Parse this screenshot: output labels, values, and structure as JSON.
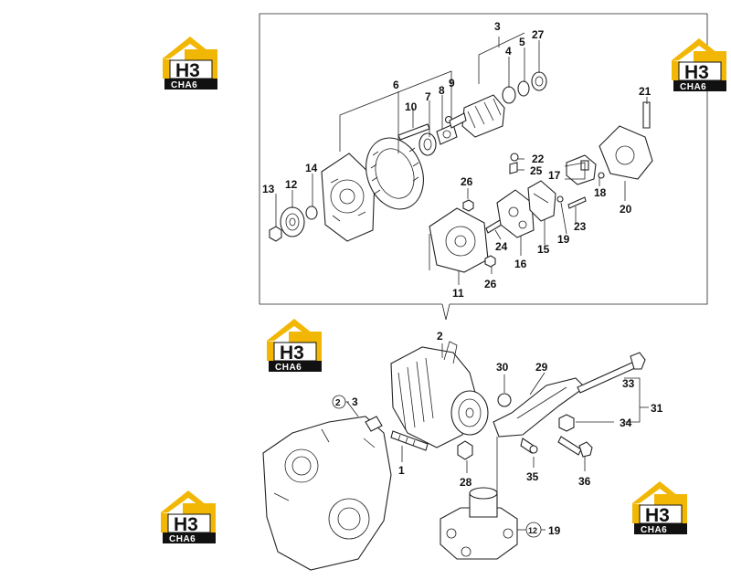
{
  "callouts": {
    "c1": "1",
    "c2": "2",
    "c3": "3",
    "c4": "4",
    "c5": "5",
    "c6": "6",
    "c7": "7",
    "c8": "8",
    "c9": "9",
    "c10": "10",
    "c11": "11",
    "c12": "12",
    "c13": "13",
    "c14": "14",
    "c15": "15",
    "c16": "16",
    "c17": "17",
    "c18": "18",
    "c19": "19",
    "c20": "20",
    "c21": "21",
    "c22": "22",
    "c23": "23",
    "c24": "24",
    "c25": "25",
    "c26a": "26",
    "c26b": "26",
    "c27": "27",
    "c28": "28",
    "c29": "29",
    "c30": "30",
    "c31": "31",
    "c33": "33",
    "c34": "34",
    "c35": "35",
    "c36": "36",
    "ref_a_circle": "2",
    "ref_a_tail": "3",
    "ref_b_circle": "12",
    "ref_b_tail": "19"
  },
  "watermark": {
    "letters": "H3",
    "word": "CHA6",
    "color_yellow": "#F2B705",
    "color_dark": "#111111"
  }
}
